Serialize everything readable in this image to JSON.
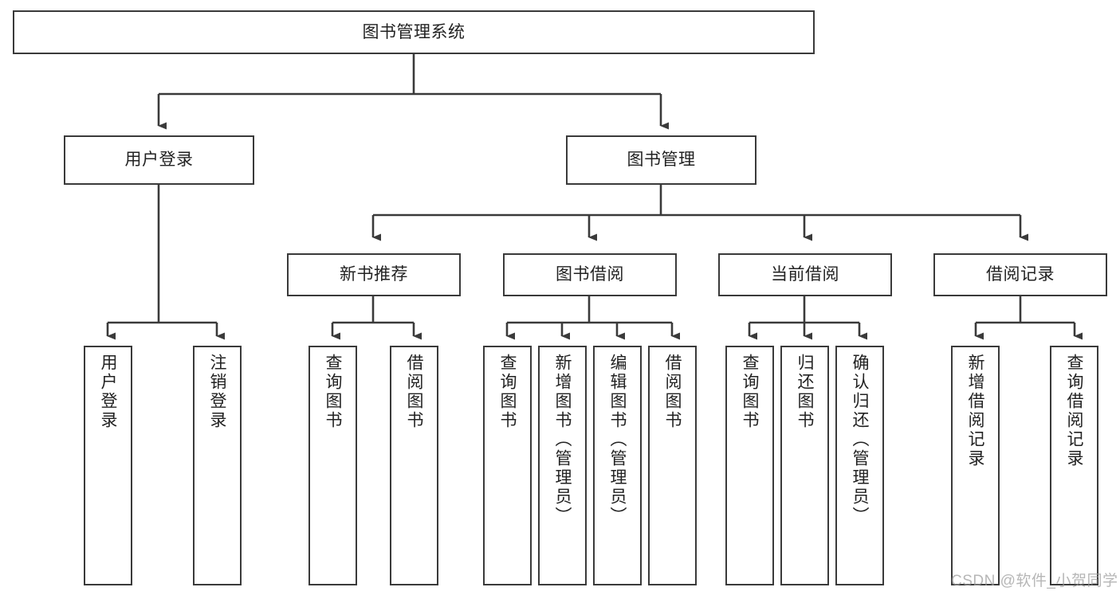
{
  "diagram": {
    "title": "图书管理系统",
    "type": "tree",
    "background": "#ffffff",
    "border_color": "#3a3a3a",
    "text_color": "#222222"
  },
  "nodes": {
    "root": {
      "label": "图书管理系统"
    },
    "level2": [
      {
        "label": "用户登录"
      },
      {
        "label": "图书管理"
      }
    ],
    "level3": [
      {
        "label": "新书推荐"
      },
      {
        "label": "图书借阅"
      },
      {
        "label": "当前借阅"
      },
      {
        "label": "借阅记录"
      }
    ],
    "leaves": [
      {
        "label": "用户登录"
      },
      {
        "label": "注销登录"
      },
      {
        "label": "查询图书"
      },
      {
        "label": "借阅图书"
      },
      {
        "label": "查询图书"
      },
      {
        "label": "新增图书（管理员）"
      },
      {
        "label": "编辑图书（管理员）"
      },
      {
        "label": "借阅图书"
      },
      {
        "label": "查询图书"
      },
      {
        "label": "归还图书"
      },
      {
        "label": "确认归还（管理员）"
      },
      {
        "label": "新增借阅记录"
      },
      {
        "label": "查询借阅记录"
      }
    ]
  },
  "watermark": {
    "text": "CSDN @软件_小贺同学",
    "color": "#9a9a9a"
  }
}
